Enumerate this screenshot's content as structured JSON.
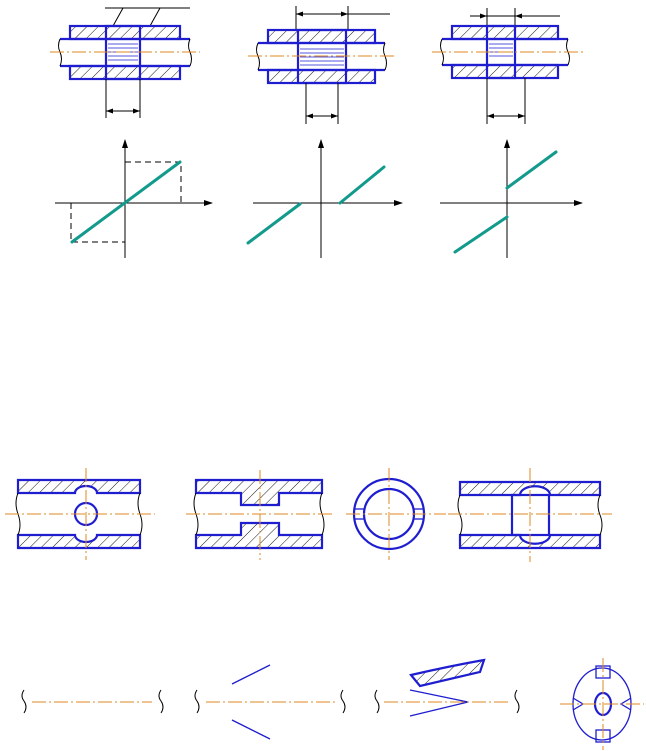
{
  "colors": {
    "outline": "#1e1ed0",
    "centerline": "#e08a22",
    "characteristic": "#129a8c",
    "dimension": "#000000"
  },
  "figure_groups": [
    "clearance-fit-assemblies",
    "fit-characteristic-graphs",
    "hole-section-views",
    "broken-shaft-ends"
  ]
}
